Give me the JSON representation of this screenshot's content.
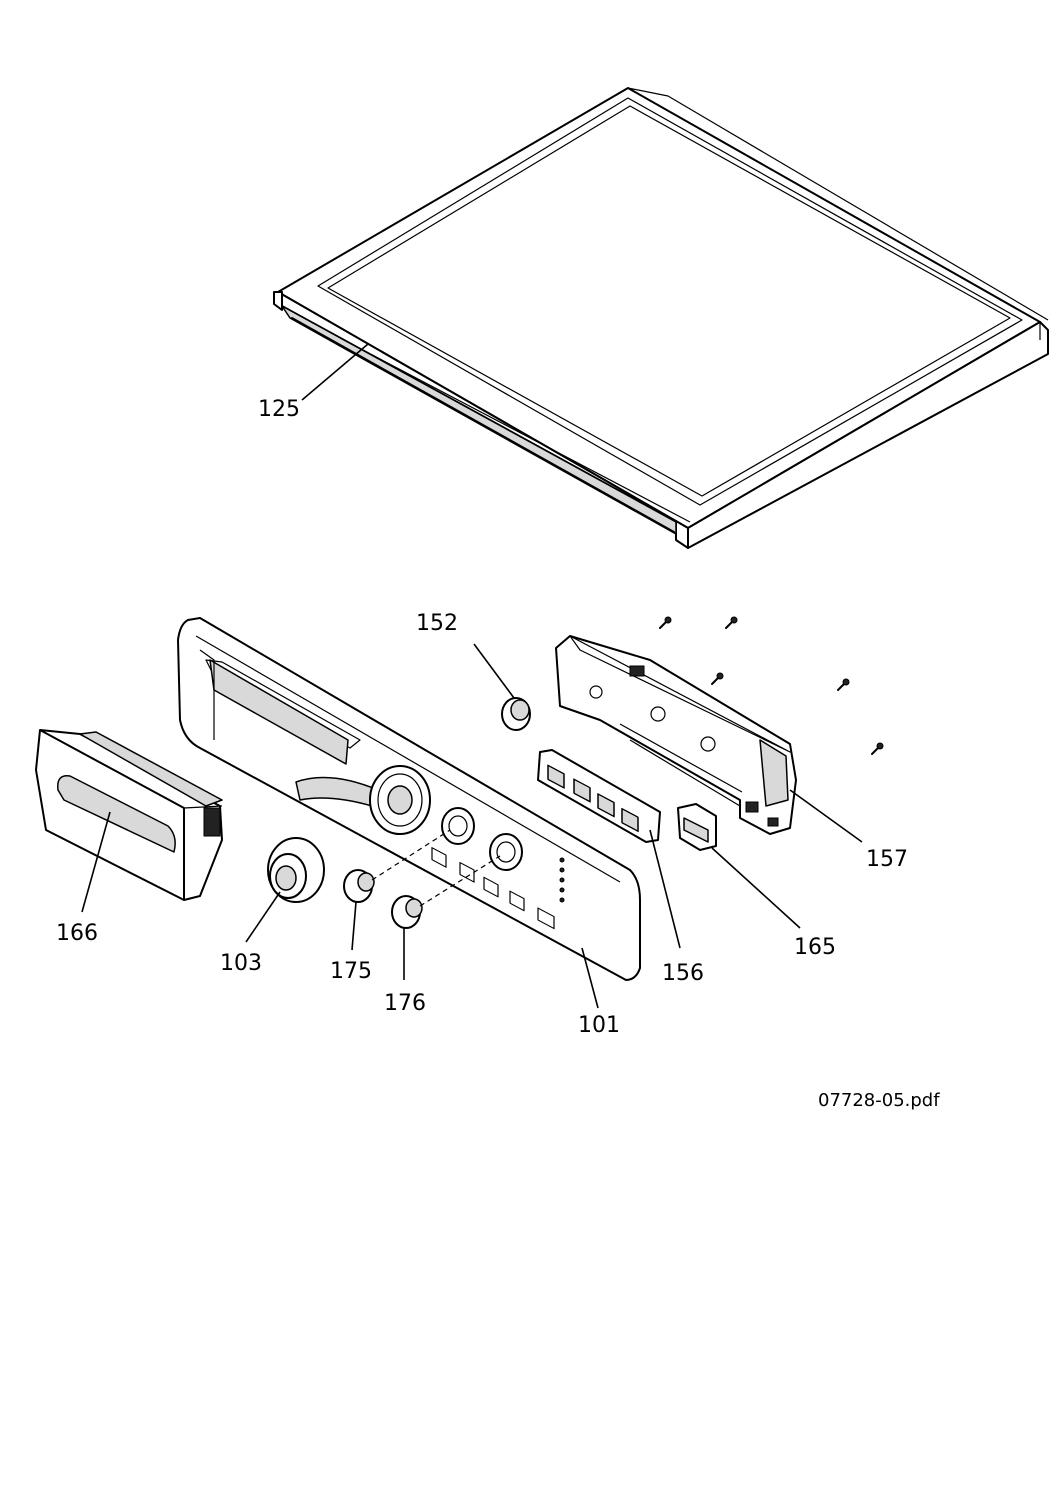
{
  "diagram": {
    "parts": [
      {
        "id": "125",
        "name": "top-panel"
      },
      {
        "id": "152",
        "name": "push-button"
      },
      {
        "id": "157",
        "name": "control-board"
      },
      {
        "id": "165",
        "name": "switch"
      },
      {
        "id": "156",
        "name": "button-strip"
      },
      {
        "id": "166",
        "name": "detergent-drawer"
      },
      {
        "id": "103",
        "name": "program-knob"
      },
      {
        "id": "175",
        "name": "small-knob"
      },
      {
        "id": "176",
        "name": "small-knob"
      },
      {
        "id": "101",
        "name": "control-panel"
      }
    ],
    "file_name": "07728-05.pdf"
  }
}
